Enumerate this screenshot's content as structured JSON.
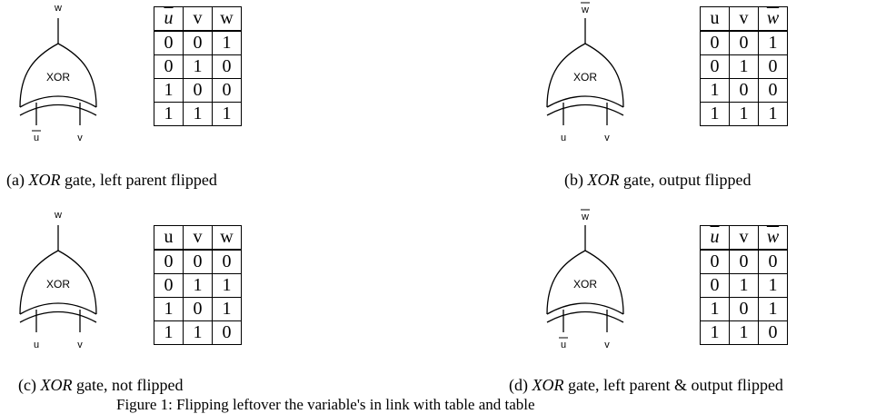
{
  "gate_label": "XOR",
  "panels": [
    {
      "id": "a",
      "gate": {
        "left_input": "u",
        "left_input_bar": true,
        "right_input": "v",
        "right_input_bar": false,
        "output": "w",
        "output_bar": false
      },
      "table": {
        "headers": [
          {
            "text": "u",
            "bar": true,
            "italic": true
          },
          {
            "text": "v",
            "bar": false,
            "italic": false
          },
          {
            "text": "w",
            "bar": false,
            "italic": false
          }
        ],
        "rows": [
          [
            "0",
            "0",
            "1"
          ],
          [
            "0",
            "1",
            "0"
          ],
          [
            "1",
            "0",
            "0"
          ],
          [
            "1",
            "1",
            "1"
          ]
        ]
      },
      "caption": {
        "prefix": "(a) ",
        "gate_name": "XOR",
        "suffix": " gate, left parent flipped"
      }
    },
    {
      "id": "b",
      "gate": {
        "left_input": "u",
        "left_input_bar": false,
        "right_input": "v",
        "right_input_bar": false,
        "output": "w",
        "output_bar": true
      },
      "table": {
        "headers": [
          {
            "text": "u",
            "bar": false,
            "italic": false
          },
          {
            "text": "v",
            "bar": false,
            "italic": false
          },
          {
            "text": "w",
            "bar": true,
            "italic": true
          }
        ],
        "rows": [
          [
            "0",
            "0",
            "1"
          ],
          [
            "0",
            "1",
            "0"
          ],
          [
            "1",
            "0",
            "0"
          ],
          [
            "1",
            "1",
            "1"
          ]
        ]
      },
      "caption": {
        "prefix": "(b) ",
        "gate_name": "XOR",
        "suffix": " gate, output flipped"
      }
    },
    {
      "id": "c",
      "gate": {
        "left_input": "u",
        "left_input_bar": false,
        "right_input": "v",
        "right_input_bar": false,
        "output": "w",
        "output_bar": false
      },
      "table": {
        "headers": [
          {
            "text": "u",
            "bar": false,
            "italic": false
          },
          {
            "text": "v",
            "bar": false,
            "italic": false
          },
          {
            "text": "w",
            "bar": false,
            "italic": false
          }
        ],
        "rows": [
          [
            "0",
            "0",
            "0"
          ],
          [
            "0",
            "1",
            "1"
          ],
          [
            "1",
            "0",
            "1"
          ],
          [
            "1",
            "1",
            "0"
          ]
        ]
      },
      "caption": {
        "prefix": "(c) ",
        "gate_name": "XOR",
        "suffix": " gate, not flipped"
      }
    },
    {
      "id": "d",
      "gate": {
        "left_input": "u",
        "left_input_bar": true,
        "right_input": "v",
        "right_input_bar": false,
        "output": "w",
        "output_bar": true
      },
      "table": {
        "headers": [
          {
            "text": "u",
            "bar": true,
            "italic": true
          },
          {
            "text": "v",
            "bar": false,
            "italic": false
          },
          {
            "text": "w",
            "bar": true,
            "italic": true
          }
        ],
        "rows": [
          [
            "0",
            "0",
            "0"
          ],
          [
            "0",
            "1",
            "1"
          ],
          [
            "1",
            "0",
            "1"
          ],
          [
            "1",
            "1",
            "0"
          ]
        ]
      },
      "caption": {
        "prefix": "(d) ",
        "gate_name": "XOR",
        "suffix": " gate, left parent & output flipped"
      }
    }
  ],
  "figure_caption": "Figure 1: Flipping leftover the variable's in link with table and table"
}
